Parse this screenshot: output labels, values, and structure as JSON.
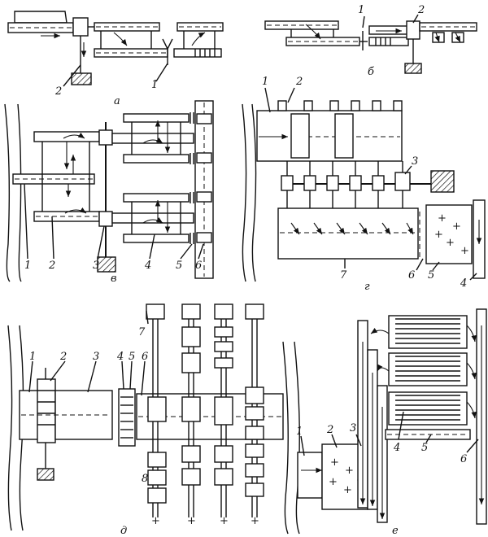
{
  "figure": {
    "panels": [
      {
        "id": "a",
        "caption": "а",
        "labels": [
          "1",
          "2"
        ]
      },
      {
        "id": "b",
        "caption": "б",
        "labels": [
          "1",
          "2"
        ]
      },
      {
        "id": "v",
        "caption": "в",
        "labels": [
          "1",
          "2",
          "3",
          "4",
          "5",
          "6"
        ]
      },
      {
        "id": "g",
        "caption": "г",
        "labels": [
          "1",
          "2",
          "3",
          "4",
          "5",
          "6",
          "7"
        ]
      },
      {
        "id": "d",
        "caption": "д",
        "labels": [
          "1",
          "2",
          "3",
          "4",
          "5",
          "6",
          "7",
          "8"
        ]
      },
      {
        "id": "e",
        "caption": "е",
        "labels": [
          "1",
          "2",
          "3",
          "4",
          "5",
          "6"
        ]
      }
    ]
  }
}
